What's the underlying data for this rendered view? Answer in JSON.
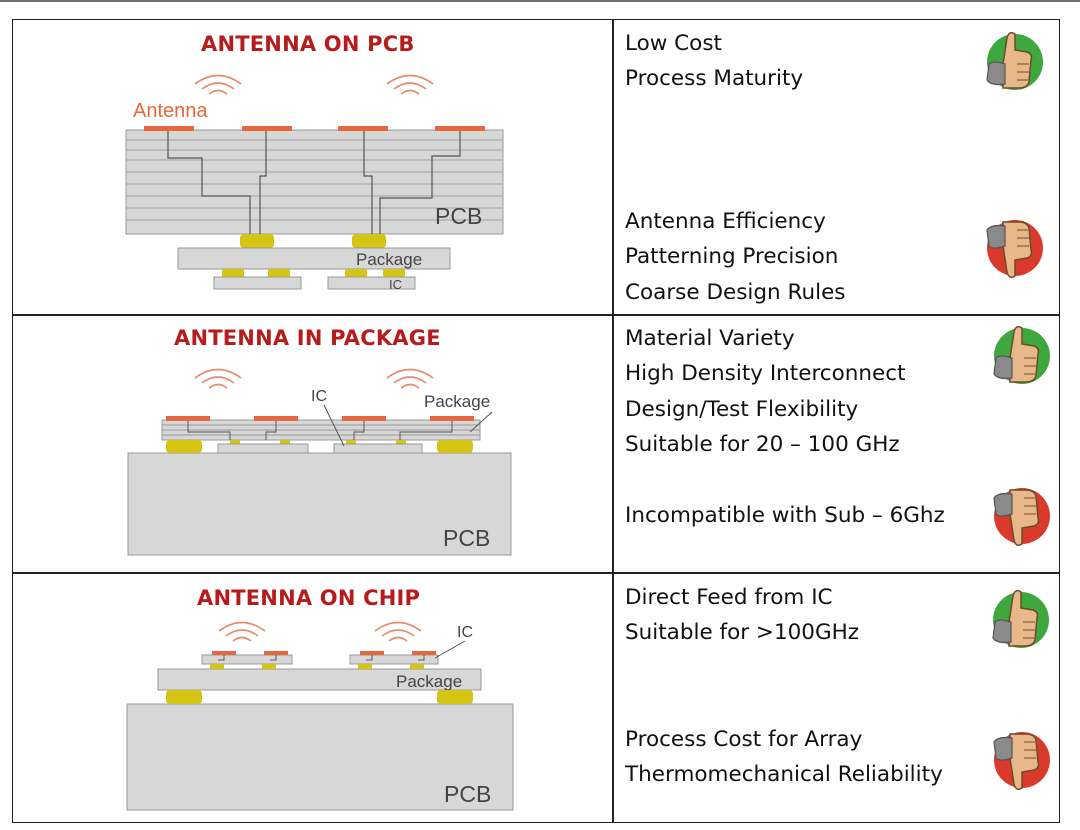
{
  "colors": {
    "title_red": "#b71c1c",
    "antenna_orange": "#e8663c",
    "pad_yellow": "#d4c414",
    "board_gray": "#d7d7d7",
    "thumb_up_green": "#3ea83e",
    "thumb_down_red": "#d93a2b"
  },
  "rows": [
    {
      "title": "ANTENNA ON PCB",
      "labels": {
        "antenna": "Antenna",
        "pcb": "PCB",
        "package": "Package",
        "ic": "IC"
      },
      "pros": [
        "Low Cost",
        "Process Maturity"
      ],
      "cons": [
        "Antenna Efficiency",
        "Patterning Precision",
        "Coarse Design Rules"
      ],
      "pros_icon": "thumbs-up-icon",
      "cons_icon": "thumbs-down-icon"
    },
    {
      "title": "ANTENNA IN PACKAGE",
      "labels": {
        "ic": "IC",
        "package": "Package",
        "pcb": "PCB"
      },
      "pros": [
        "Material Variety",
        "High Density Interconnect",
        "Design/Test Flexibility",
        "Suitable for 20 – 100 GHz"
      ],
      "cons": [
        "Incompatible with Sub – 6Ghz"
      ],
      "pros_icon": "thumbs-up-icon",
      "cons_icon": "thumbs-down-icon"
    },
    {
      "title": "ANTENNA ON CHIP",
      "labels": {
        "ic": "IC",
        "package": "Package",
        "pcb": "PCB"
      },
      "pros": [
        "Direct Feed from IC",
        "Suitable for >100GHz"
      ],
      "cons": [
        "Process Cost for Array",
        "Thermomechanical Reliability"
      ],
      "pros_icon": "thumbs-up-icon",
      "cons_icon": "thumbs-down-icon"
    }
  ]
}
